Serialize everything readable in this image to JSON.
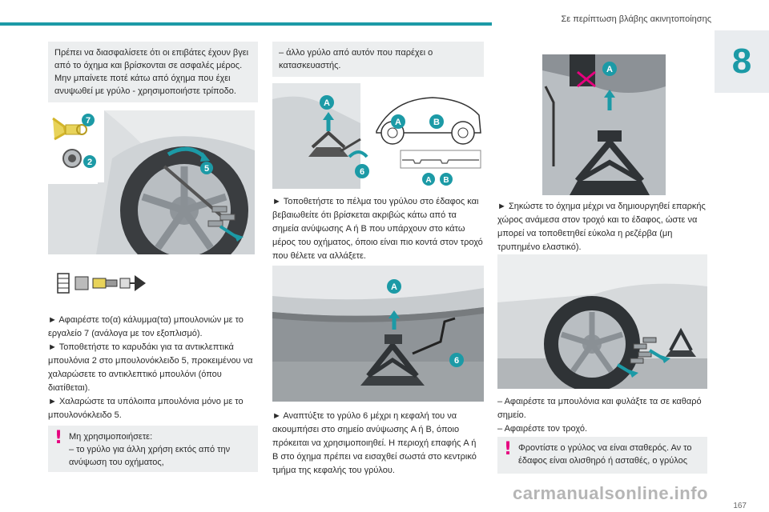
{
  "header": {
    "chapter_title": "Σε περίπτωση βλάβης ακινητοποίησης",
    "chapter_number": "8",
    "page_number": "167"
  },
  "colors": {
    "accent": "#1c9aa6",
    "warning": "#e6007e",
    "box": "#eceeef"
  },
  "col1": {
    "intro_box": "Πρέπει να διασφαλίσετε ότι οι επιβάτες έχουν βγει από το όχημα και βρίσκονται σε ασφαλές μέρος. Μην μπαίνετε ποτέ κάτω από όχημα που έχει ανυψωθεί με γρύλο - χρησιμοποιήστε τρίποδο.",
    "figure_labels": {
      "seven": "7",
      "two": "2",
      "five": "5"
    },
    "steps": [
      "►  Αφαιρέστε το(α) κάλυμμα(τα) μπουλονιών με το εργαλείο 7 (ανάλογα με τον εξοπλισμό).",
      "►  Τοποθετήστε το καρυδάκι για τα αντικλεπτικά μπουλόνια 2 στο μπουλονόκλειδο 5, προκειμένου να χαλαρώσετε το αντικλεπτικό μπουλόνι (όπου διατίθεται).",
      "►  Χαλαρώστε τα υπόλοιπα μπουλόνια μόνο με το μπουλονόκλειδο 5."
    ],
    "warning_lines": [
      "Μη χρησιμοποιήσετε:",
      "–  το γρύλο για άλλη χρήση εκτός από την ανύψωση του οχήματος,"
    ]
  },
  "col2": {
    "top_box": "–  άλλο γρύλο από αυτόν που παρέχει ο κατασκευαστής.",
    "figure_labels": {
      "a": "A",
      "b": "B",
      "six": "6"
    },
    "step1": "►  Τοποθετήστε το πέλμα του γρύλου στο έδαφος και βεβαιωθείτε ότι βρίσκεται ακριβώς κάτω από τα σημεία ανύψωσης A ή B που υπάρχουν στο κάτω μέρος του οχήματος, όποιο είναι πιο κοντά στον τροχό που θέλετε να αλλάξετε.",
    "step2": "►  Αναπτύξτε το γρύλο 6 μέχρι η κεφαλή του να ακουμπήσει στο σημείο ανύψωσης A ή B, όποιο πρόκειται να χρησιμοποιηθεί. Η περιοχή επαφής A ή B στο όχημα πρέπει να εισαχθεί σωστά στο κεντρικό τμήμα της κεφαλής του γρύλου."
  },
  "col3": {
    "figure_label_a": "A",
    "step1": "►  Σηκώστε το όχημα μέχρι να δημιουργηθεί επαρκής χώρος ανάμεσα στον τροχό και το έδαφος, ώστε να μπορεί να τοποθετηθεί εύκολα η ρεζέρβα (μη τρυπημένο ελαστικό).",
    "dash_lines": [
      "–  Αφαιρέστε τα μπουλόνια και φυλάξτε τα σε καθαρό σημείο.",
      "–  Αφαιρέστε τον τροχό."
    ],
    "warning": "Φροντίστε ο γρύλος να είναι σταθερός. Αν το έδαφος είναι ολισθηρό ή ασταθές, ο γρύλος"
  },
  "watermark": "carmanualsonline.info"
}
